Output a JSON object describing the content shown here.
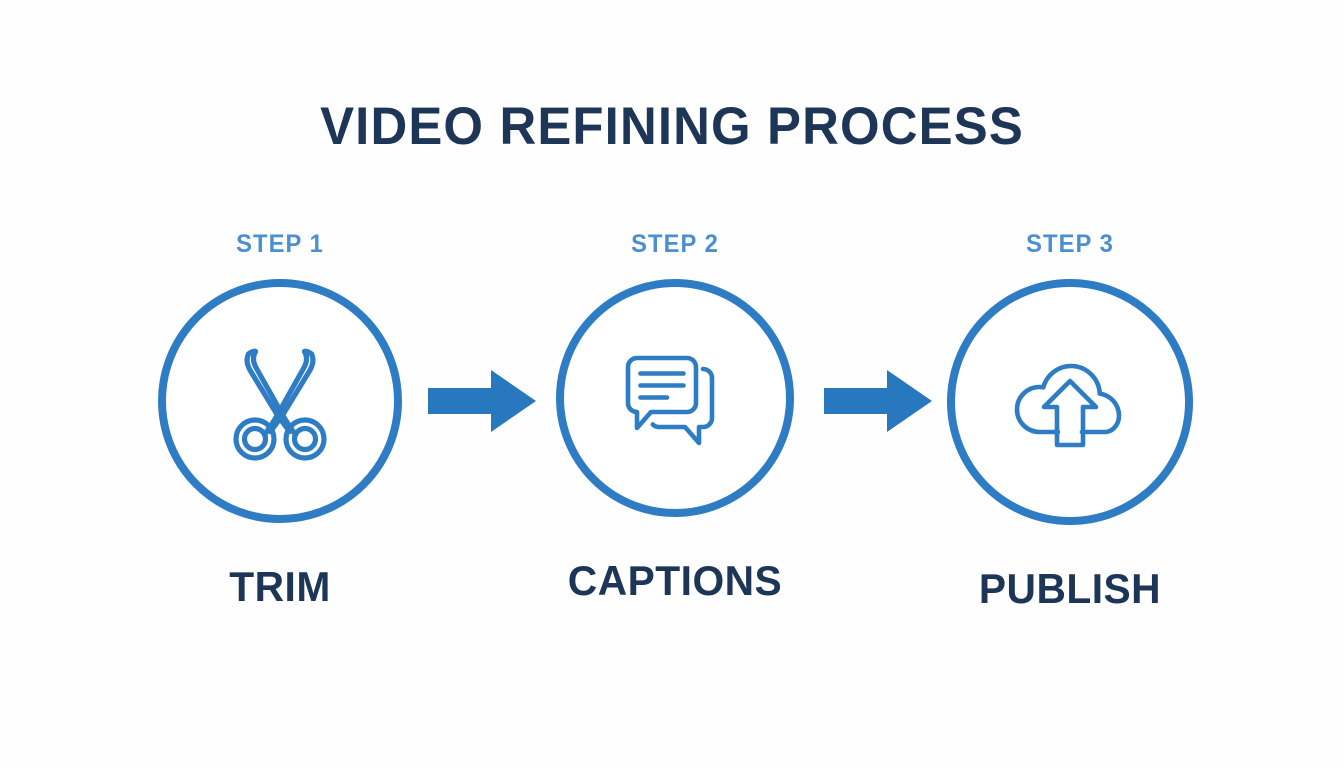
{
  "page": {
    "title": "VIDEO REFINING PROCESS",
    "background_color": "#fefefe"
  },
  "colors": {
    "title_navy": "#1d3557",
    "step_kicker_blue": "#4a8fd0",
    "ring_blue": "#2e7cc4",
    "icon_blue": "#2e7cc4",
    "arrow_blue": "#2878c0"
  },
  "steps": [
    {
      "kicker": "STEP 1",
      "label": "TRIM",
      "icon": "scissors-icon"
    },
    {
      "kicker": "STEP 2",
      "label": "CAPTIONS",
      "icon": "speech-bubbles-icon"
    },
    {
      "kicker": "STEP 3",
      "label": "PUBLISH",
      "icon": "cloud-upload-icon"
    }
  ],
  "connectors": [
    {
      "name": "arrow-right-1"
    },
    {
      "name": "arrow-right-2"
    }
  ]
}
